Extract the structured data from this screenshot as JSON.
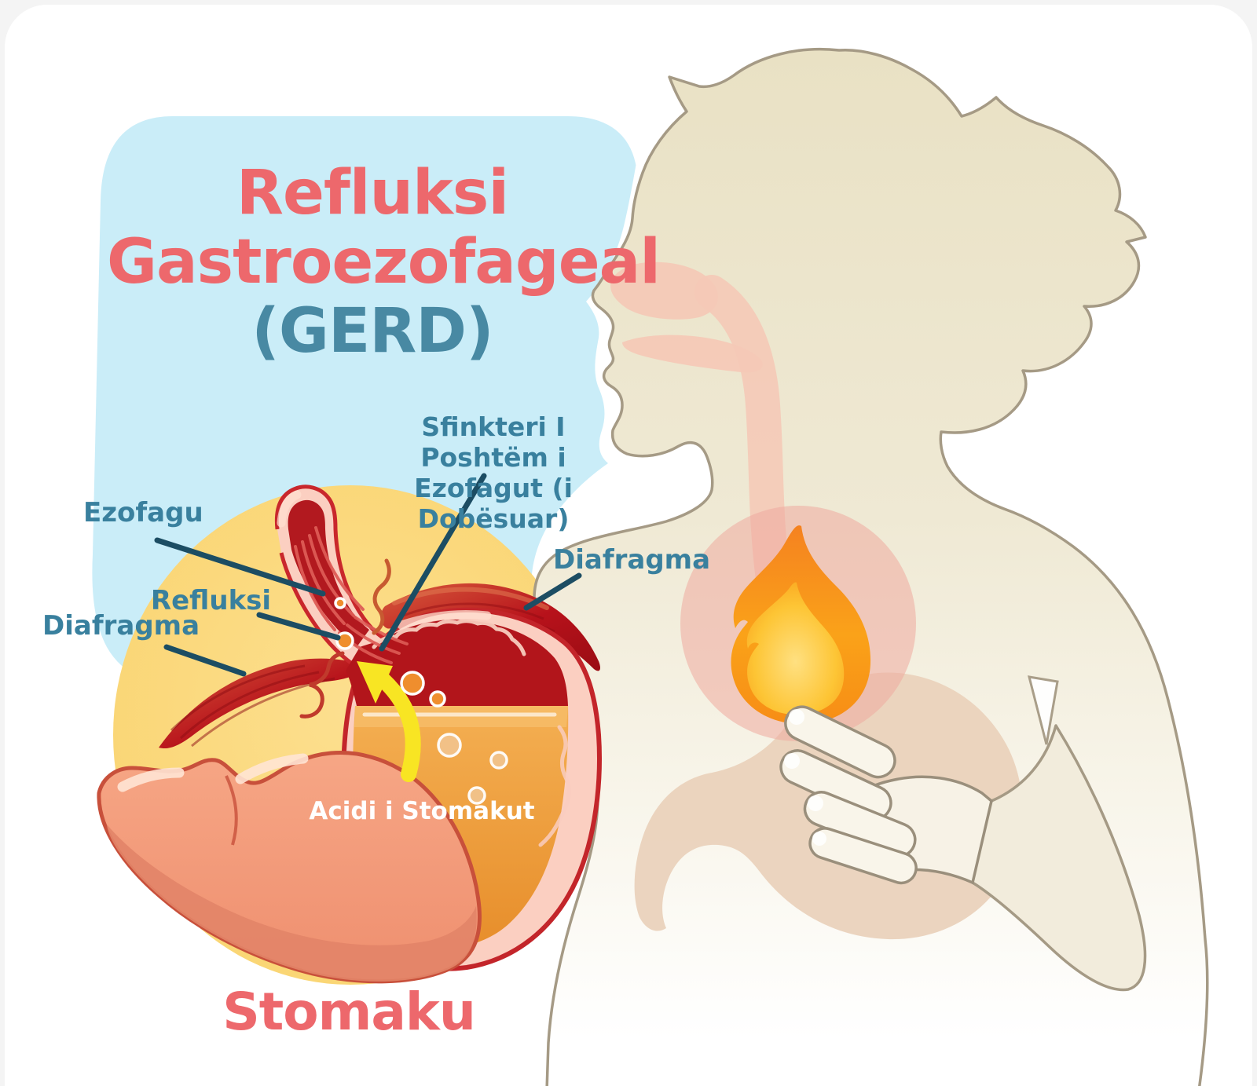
{
  "title": {
    "line1": "Refluksi",
    "line2": "Gastroezofageal",
    "line3": "(GERD)"
  },
  "diagram_labels": {
    "sphincter": {
      "line1": "Sfinkteri I Poshtëm i",
      "line2": "Ezofagut (i Dobësuar)"
    },
    "esophagus": "Ezofagu",
    "reflux": "Refluksi",
    "diaphragm_left": "Diafragma",
    "diaphragm_right": "Diafragma",
    "stomach_acid": "Acidi i Stomakut",
    "stomach_caption": "Stomaku"
  },
  "colors": {
    "title_coral": "#ED686C",
    "title_teal": "#4889A3",
    "label_teal": "#39809E",
    "pointer_line": "#1C4D63",
    "panel_blue": "#CAEDF8",
    "circle_yellow": "#FBD97D",
    "acid_orange": "#EFA03C",
    "muscle_red": "#B2151B",
    "organ_salmon": "#F49B7B",
    "flame_orange": "#F89C1C",
    "body_beige": "#E9E1C4"
  }
}
